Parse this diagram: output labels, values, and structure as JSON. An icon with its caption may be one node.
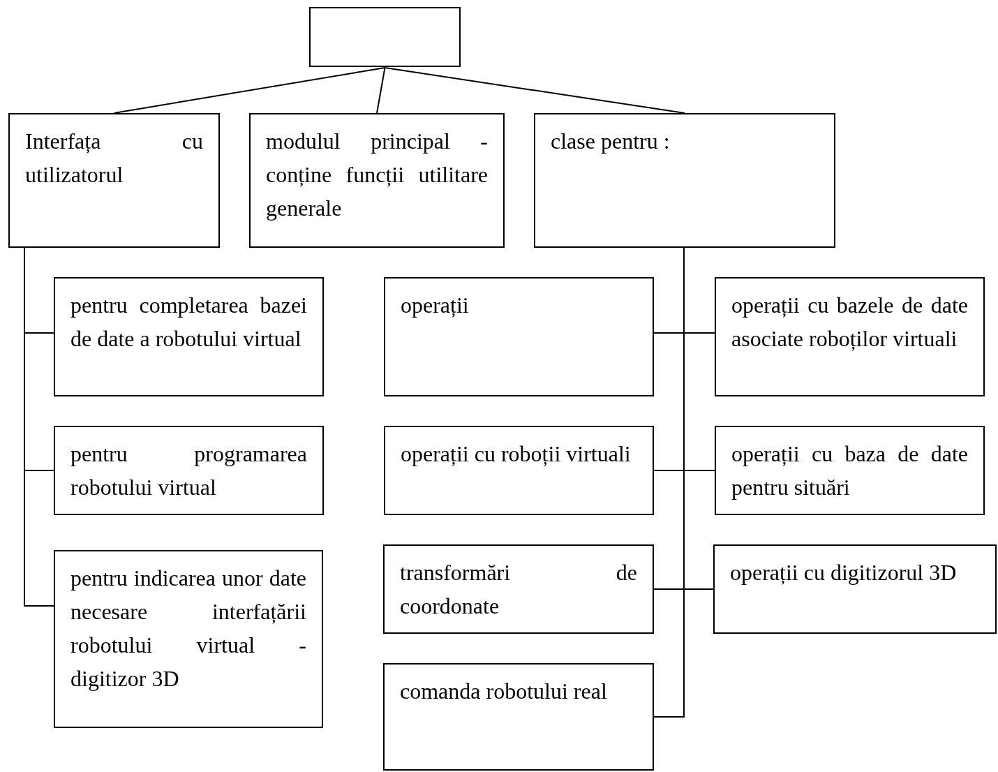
{
  "diagram": {
    "nodes": [
      {
        "text": [],
        "shape": "box"
      },
      {
        "text": [
          "Interfața cu utilizatorul"
        ]
      },
      {
        "text": [
          "modulul principal - conține funcții utilitare generale"
        ]
      },
      {
        "text": [
          "clase pentru :"
        ]
      },
      {
        "text": [
          "pentru completarea bazei de date a robotului virtual"
        ]
      },
      {
        "text": [
          "pentru programarea robotului virtual"
        ]
      },
      {
        "text": [
          "pentru indicarea unor date necesare interfațării robotului virtual - digitizor 3D"
        ]
      },
      {
        "text": [
          "operații"
        ]
      },
      {
        "text": [
          "operații cu bazele de date asociate roboților virtuali"
        ]
      },
      {
        "text": [
          "operații cu roboții virtuali"
        ]
      },
      {
        "text": [
          "operații cu baza de date pentru situări"
        ]
      },
      {
        "text": [
          "transformări de coordonate"
        ]
      },
      {
        "text": [
          "operații cu digitizorul 3D"
        ]
      },
      {
        "text": [
          "comanda robotului real"
        ]
      }
    ],
    "edges": [
      {
        "from": 0,
        "to": 1,
        "arrow": "none"
      },
      {
        "from": 0,
        "to": 2,
        "arrow": "none"
      },
      {
        "from": 0,
        "to": 3,
        "arrow": "none"
      },
      {
        "from": 1,
        "to": 4,
        "arrow": "none"
      },
      {
        "from": 1,
        "to": 5,
        "arrow": "none"
      },
      {
        "from": 1,
        "to": 6,
        "arrow": "none"
      },
      {
        "from": 3,
        "to": 7,
        "arrow": "none"
      },
      {
        "from": 3,
        "to": 8,
        "arrow": "none"
      },
      {
        "from": 3,
        "to": 9,
        "arrow": "none"
      },
      {
        "from": 3,
        "to": 10,
        "arrow": "none"
      },
      {
        "from": 3,
        "to": 11,
        "arrow": "none"
      },
      {
        "from": 3,
        "to": 12,
        "arrow": "none"
      },
      {
        "from": 3,
        "to": 13,
        "arrow": "none"
      }
    ]
  }
}
